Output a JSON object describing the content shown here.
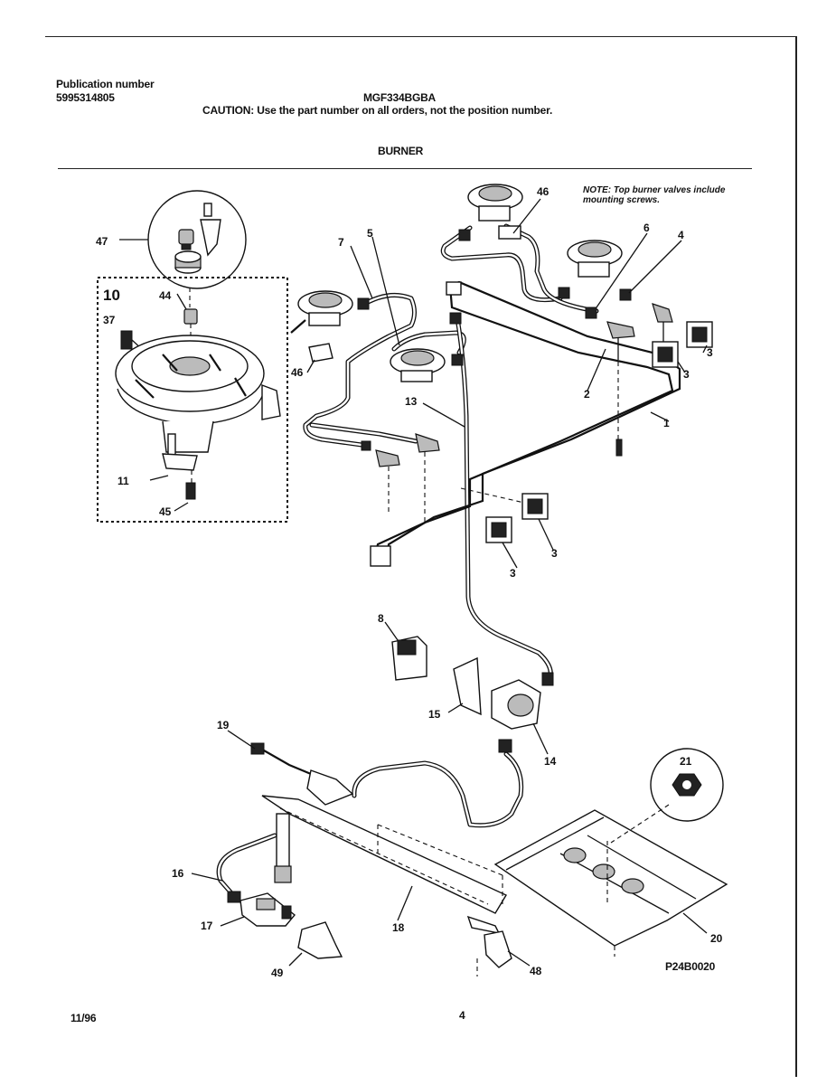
{
  "header": {
    "publication_label": "Publication number",
    "publication_number": "5995314805",
    "model": "MGF334BGBA",
    "caution": "CAUTION:  Use the part number on all orders, not the position number.",
    "section_title": "BURNER"
  },
  "note": "NOTE: Top burner valves include mounting screws.",
  "inset_label": "10",
  "callouts": {
    "c47": "47",
    "c37": "37",
    "c44": "44",
    "c11": "11",
    "c45": "45",
    "c7": "7",
    "c5": "5",
    "c46a": "46",
    "c46b": "46",
    "c13": "13",
    "c6": "6",
    "c4": "4",
    "c3a": "3",
    "c3b": "3",
    "c3c": "3",
    "c3d": "3",
    "c2": "2",
    "c1": "1",
    "c8": "8",
    "c15": "15",
    "c14": "14",
    "c19": "19",
    "c21": "21",
    "c16": "16",
    "c17": "17",
    "c18": "18",
    "c20": "20",
    "c49": "49",
    "c48": "48"
  },
  "footer": {
    "date": "11/96",
    "page": "4",
    "drawing_code": "P24B0020"
  }
}
